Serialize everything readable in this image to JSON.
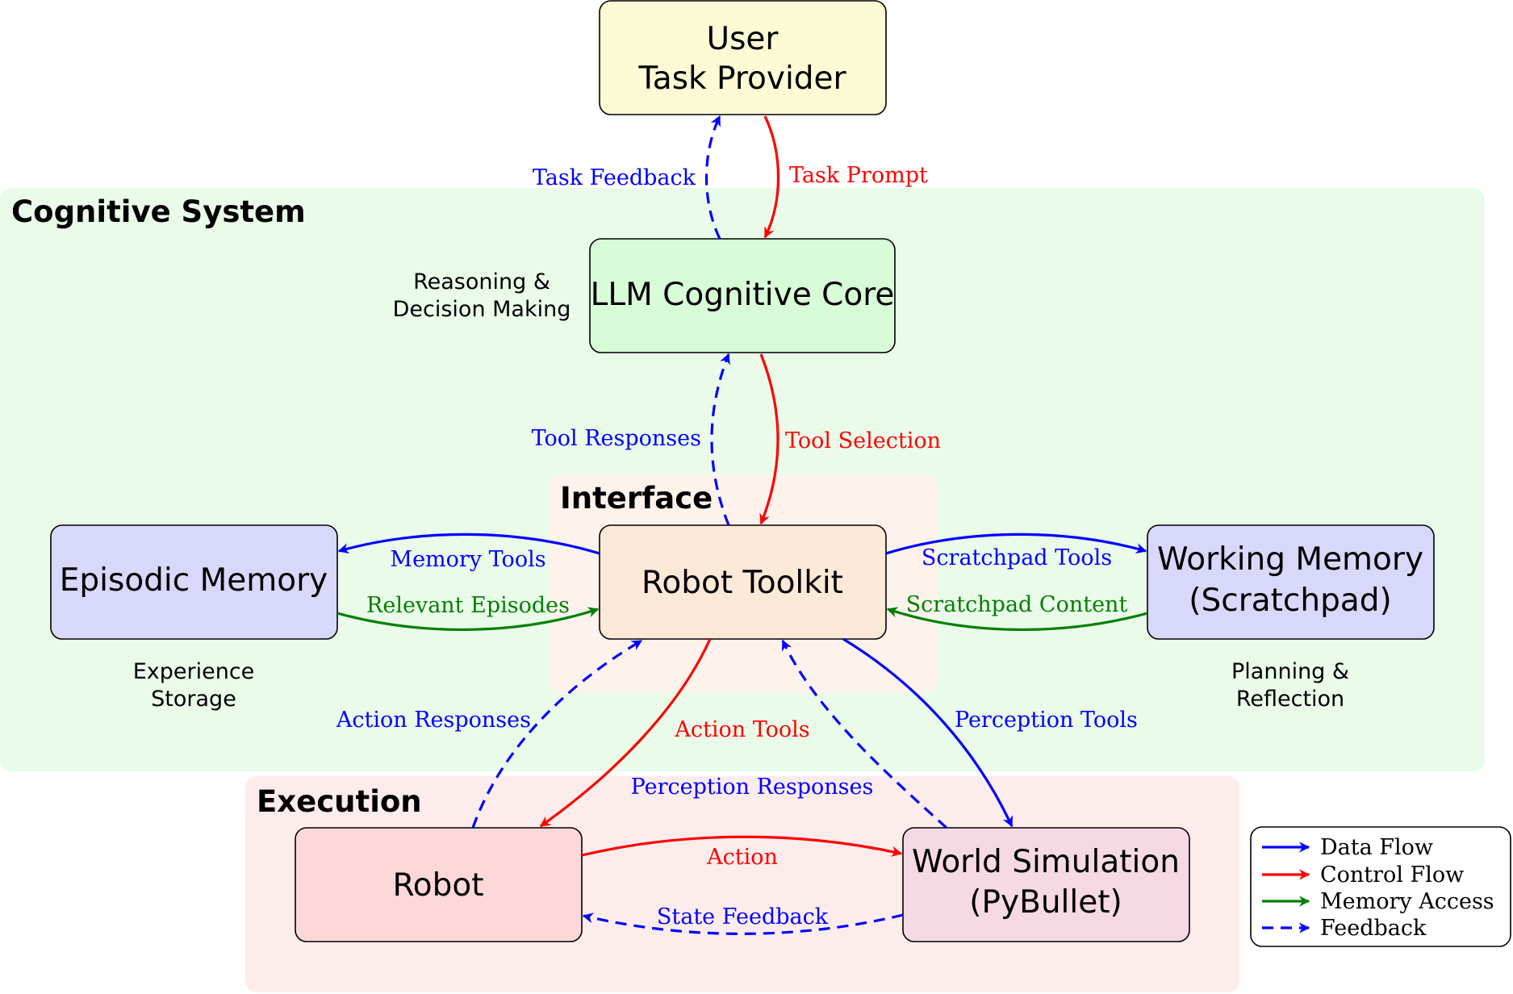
{
  "colors": {
    "data_flow": "#0000ff",
    "control_flow": "#ff0000",
    "memory_access": "#008000",
    "feedback": "#0000ff",
    "cognitive_bg": "#eafbea",
    "interface_bg": "#fdf3ec",
    "execution_bg": "#fcecec",
    "user_fill": "#fdfbd6",
    "llm_fill": "#d8fbd8",
    "toolkit_fill": "#fde9d8",
    "memory_fill": "#d8d8fb",
    "robot_fill": "#fdd8db",
    "world_fill": "#f5d9e3"
  },
  "groups": {
    "cognitive": "Cognitive System",
    "interface": "Interface",
    "execution": "Execution"
  },
  "nodes": {
    "user": [
      "User",
      "Task Provider"
    ],
    "llm": [
      "LLM Cognitive Core"
    ],
    "toolkit": [
      "Robot Toolkit"
    ],
    "episodic": [
      "Episodic Memory"
    ],
    "working": [
      "Working Memory",
      "(Scratchpad)"
    ],
    "robot": [
      "Robot"
    ],
    "world": [
      "World Simulation",
      "(PyBullet)"
    ]
  },
  "notes": {
    "llm": [
      "Reasoning &",
      "Decision Making"
    ],
    "episodic": [
      "Experience",
      "Storage"
    ],
    "working": [
      "Planning &",
      "Reflection"
    ]
  },
  "edges": {
    "task_feedback": "Task Feedback",
    "task_prompt": "Task Prompt",
    "tool_responses": "Tool Responses",
    "tool_selection": "Tool Selection",
    "memory_tools": "Memory Tools",
    "relevant_episodes": "Relevant Episodes",
    "scratchpad_tools": "Scratchpad Tools",
    "scratchpad_content": "Scratchpad Content",
    "action_responses": "Action Responses",
    "action_tools": "Action Tools",
    "perception_tools": "Perception Tools",
    "perception_responses": "Perception Responses",
    "action": "Action",
    "state_feedback": "State Feedback"
  },
  "legend": [
    {
      "label": "Data Flow",
      "style": "data_flow"
    },
    {
      "label": "Control Flow",
      "style": "control_flow"
    },
    {
      "label": "Memory Access",
      "style": "memory_access"
    },
    {
      "label": "Feedback",
      "style": "feedback"
    }
  ]
}
